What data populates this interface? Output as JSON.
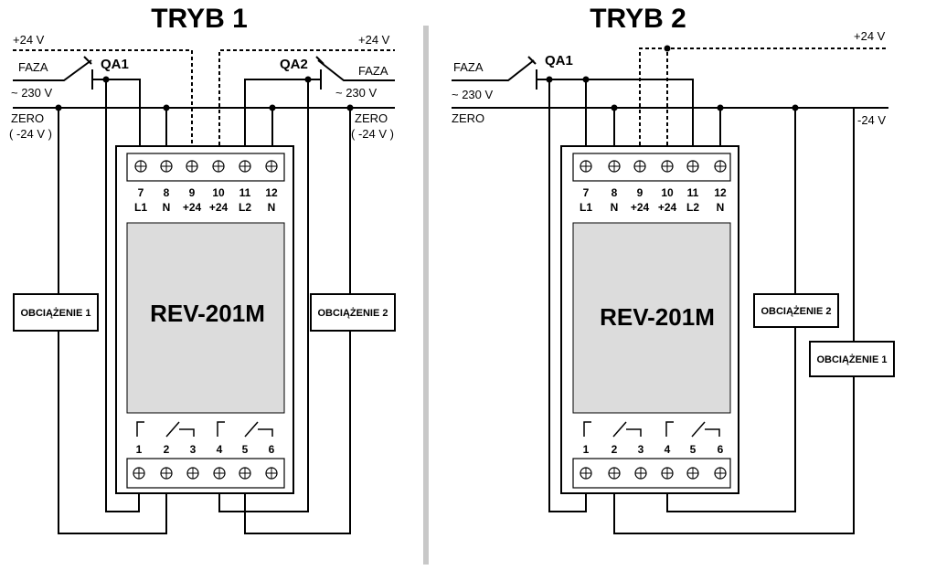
{
  "modes": [
    {
      "title": "TRYB 1",
      "labels": {
        "plus24_left": "+24 V",
        "plus24_right": "+24 V",
        "faza_left": "FAZA",
        "faza_right": "FAZA",
        "v230_left": "~ 230 V",
        "v230_right": "~ 230 V",
        "zero_left": "ZERO",
        "zero_left_sub": "( -24 V )",
        "zero_right": "ZERO",
        "zero_right_sub": "( -24 V )",
        "qa1": "QA1",
        "qa2": "QA2"
      },
      "load1": "OBCIĄŻENIE 1",
      "load2": "OBCIĄŻENIE 2"
    },
    {
      "title": "TRYB 2",
      "labels": {
        "plus24": "+24 V",
        "faza": "FAZA",
        "v230": "~ 230 V",
        "zero": "ZERO",
        "minus24": "-24 V",
        "qa1": "QA1"
      },
      "load1": "OBCIĄŻENIE 1",
      "load2": "OBCIĄŻENIE 2"
    }
  ],
  "device": {
    "model": "REV-201M",
    "top_terminals": [
      {
        "num": "7",
        "name": "L1"
      },
      {
        "num": "8",
        "name": "N"
      },
      {
        "num": "9",
        "name": "+24"
      },
      {
        "num": "10",
        "name": "+24"
      },
      {
        "num": "11",
        "name": "L2"
      },
      {
        "num": "12",
        "name": "N"
      }
    ],
    "bottom_terminals": [
      "1",
      "2",
      "3",
      "4",
      "5",
      "6"
    ]
  }
}
